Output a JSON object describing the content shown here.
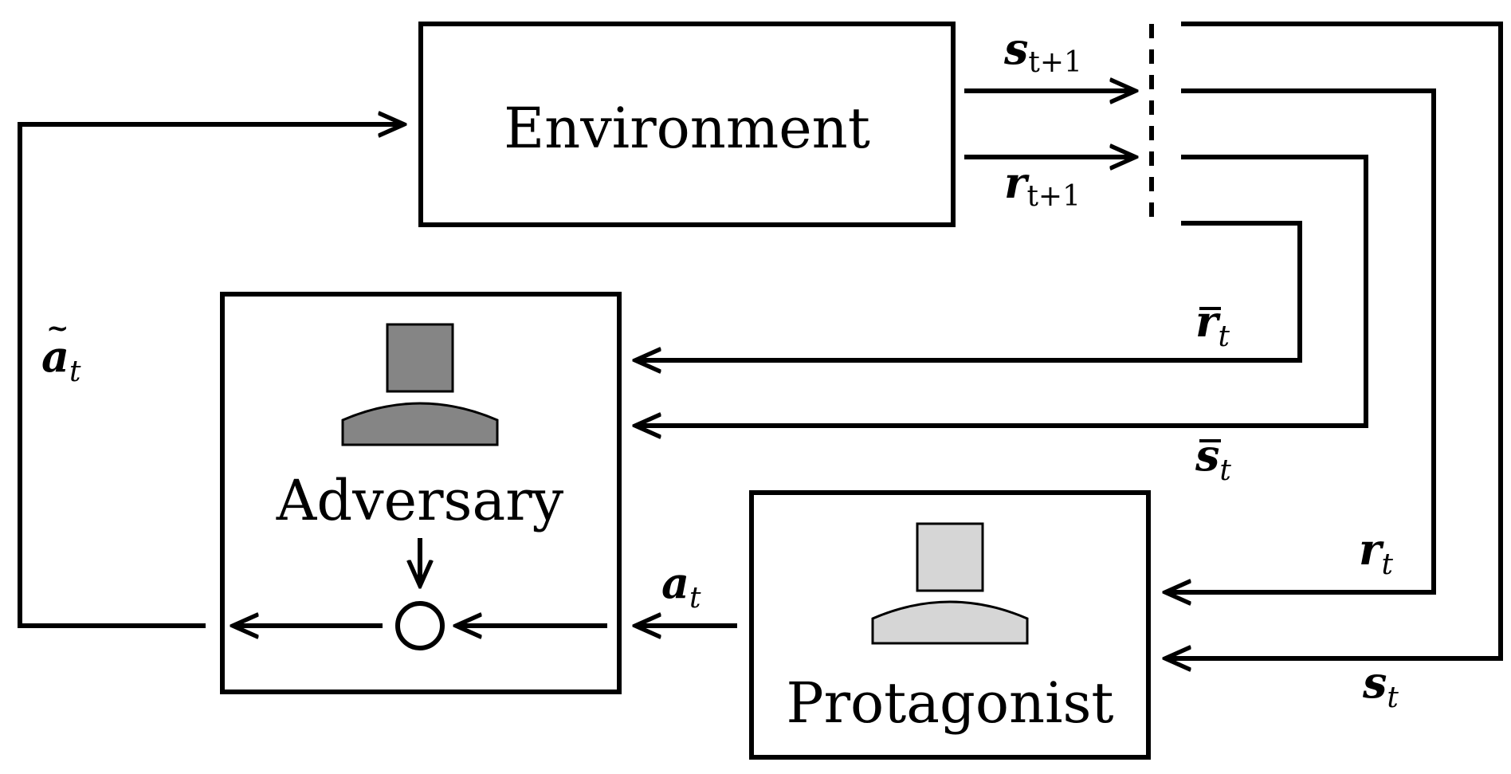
{
  "boxes": {
    "environment": "Environment",
    "adversary": "Adversary",
    "protagonist": "Protagonist"
  },
  "signals": {
    "s_next": {
      "base": "s",
      "sub": "t+1"
    },
    "r_next": {
      "base": "r",
      "sub": "t+1"
    },
    "r_bar": {
      "base": "r",
      "sub": "t"
    },
    "s_bar": {
      "base": "s",
      "sub": "t"
    },
    "r_t": {
      "base": "r",
      "sub": "t"
    },
    "s_t": {
      "base": "s",
      "sub": "t"
    },
    "a_t": {
      "base": "a",
      "sub": "t"
    },
    "a_tilde": {
      "base": "a",
      "sub": "t"
    }
  },
  "colors": {
    "adversary_fill": "#858585",
    "protagonist_fill": "#d6d6d6",
    "line": "#000000"
  },
  "icons": {
    "adversary": "person-icon",
    "protagonist": "person-icon"
  }
}
